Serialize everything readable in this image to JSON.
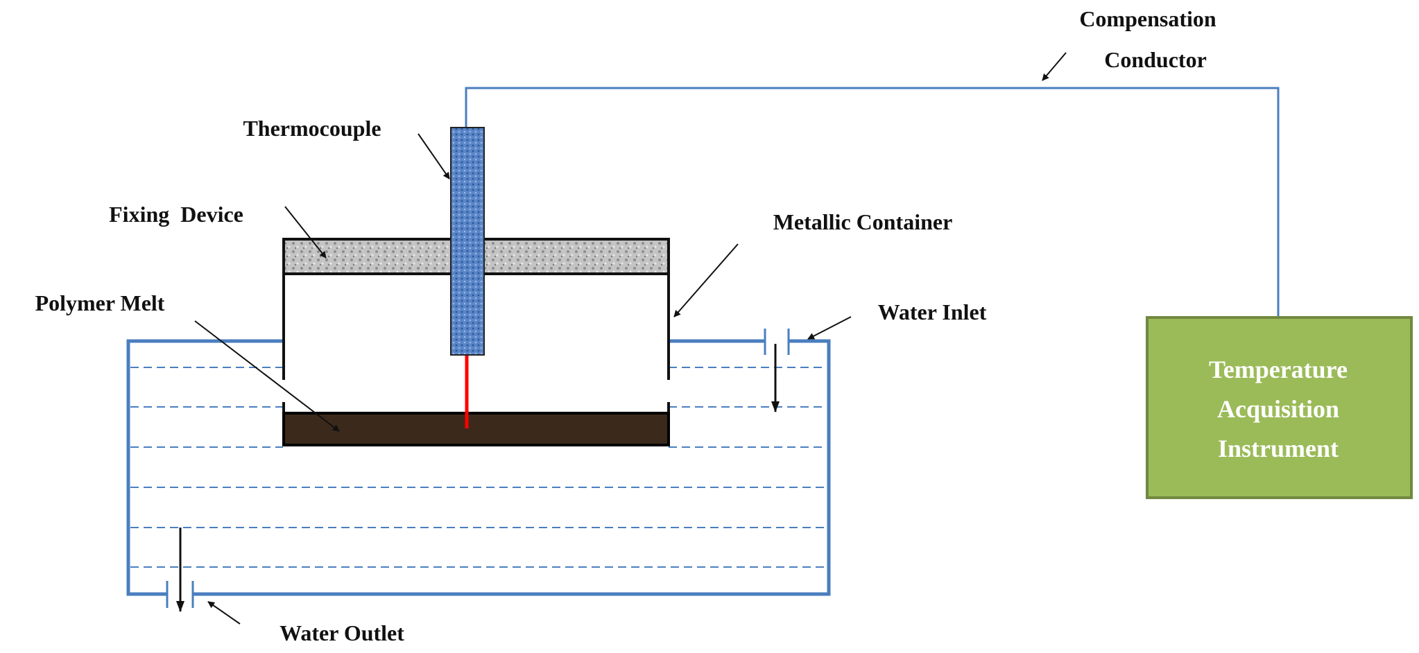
{
  "labels": {
    "compensation_line1": "Compensation",
    "compensation_line2": "Conductor",
    "thermocouple": "Thermocouple",
    "fixing_device": "Fixing  Device",
    "metallic_container": "Metallic Container",
    "polymer_melt": "Polymer Melt",
    "water_inlet": "Water Inlet",
    "water_outlet": "Water Outlet"
  },
  "instrument": {
    "line1": "Temperature",
    "line2": "Acquisition",
    "line3": "Instrument"
  },
  "colors": {
    "wire_blue": "#4a7ebf",
    "instrument_green": "#9bbb59",
    "instrument_border": "#71893f",
    "thermocouple_blue": "#5a86c8",
    "probe_red": "#ff0000",
    "polymer_melt": "#3b2a1c",
    "fixing_device": "#b8b8b8"
  }
}
